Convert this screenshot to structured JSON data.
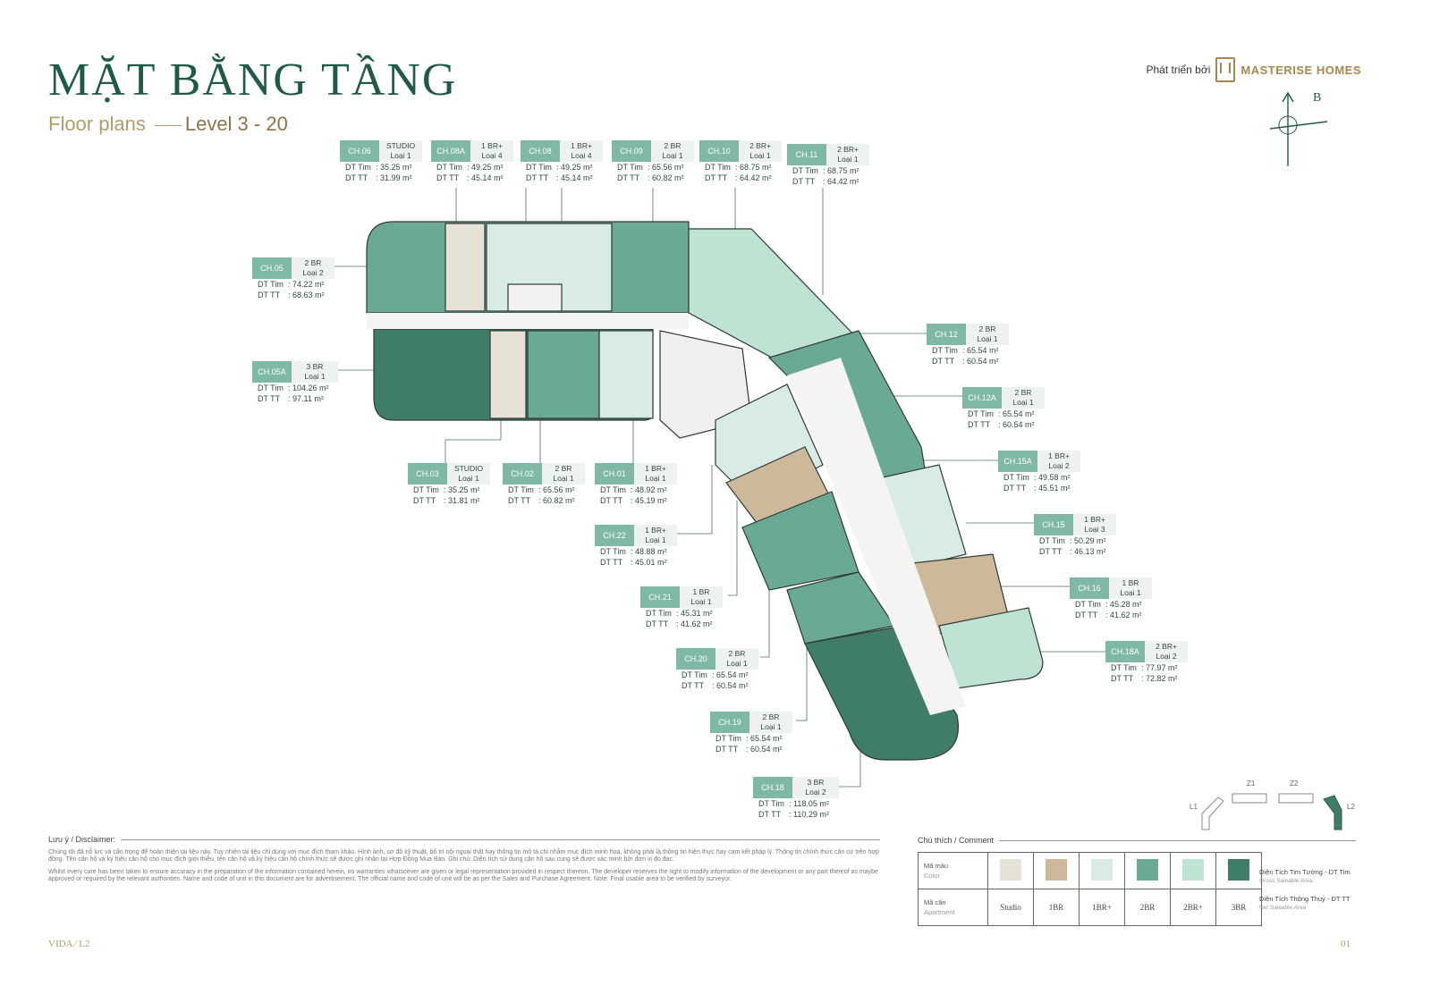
{
  "page": {
    "title": "MẶT BẰNG TẦNG",
    "subtitle_prefix": "Floor plans",
    "subtitle_level": "Level 3 - 20",
    "brand_prefix": "Phát triển bởi",
    "brand_name": "MASTERISE HOMES",
    "compass_label": "B",
    "footer_left": "VIDA  ⁄  L2",
    "footer_right": "01"
  },
  "colors": {
    "studio": "#e6e2d6",
    "1br": "#cdb99a",
    "1br_plus": "#d9ebe5",
    "2br": "#6aa993",
    "2br_plus": "#bfe3d3",
    "3br": "#3f7d66"
  },
  "units": [
    {
      "code": "CH.06",
      "type": "STUDIO",
      "loai": "Loại 1",
      "dt_tim": ": 35.25 m²",
      "dt_tt": ": 31.99 m²"
    },
    {
      "code": "CH.08A",
      "type": "1 BR+",
      "loai": "Loại 4",
      "dt_tim": ": 49.25 m²",
      "dt_tt": ": 45.14 m²"
    },
    {
      "code": "CH.08",
      "type": "1 BR+",
      "loai": "Loại 4",
      "dt_tim": ": 49.25 m²",
      "dt_tt": ": 45.14 m²"
    },
    {
      "code": "CH.09",
      "type": "2 BR",
      "loai": "Loại 1",
      "dt_tim": ": 65.56 m²",
      "dt_tt": ": 60.82 m²"
    },
    {
      "code": "CH.10",
      "type": "2 BR+",
      "loai": "Loại 1",
      "dt_tim": ": 68.75 m²",
      "dt_tt": ": 64.42 m²"
    },
    {
      "code": "CH.11",
      "type": "2 BR+",
      "loai": "Loại 1",
      "dt_tim": ": 68.75 m²",
      "dt_tt": ": 64.42 m²"
    },
    {
      "code": "CH.05",
      "type": "2 BR",
      "loai": "Loại 2",
      "dt_tim": ": 74.22 m²",
      "dt_tt": ": 68.63 m²"
    },
    {
      "code": "CH.05A",
      "type": "3 BR",
      "loai": "Loại 1",
      "dt_tim": ": 104.26 m²",
      "dt_tt": ": 97.11 m²"
    },
    {
      "code": "CH.12",
      "type": "2 BR",
      "loai": "Loại 1",
      "dt_tim": ": 65.54 m²",
      "dt_tt": ": 60.54 m²"
    },
    {
      "code": "CH.12A",
      "type": "2 BR",
      "loai": "Loại 1",
      "dt_tim": ": 65.54 m²",
      "dt_tt": ": 60.54 m²"
    },
    {
      "code": "CH.15A",
      "type": "1 BR+",
      "loai": "Loại 2",
      "dt_tim": ": 49.58 m²",
      "dt_tt": ": 45.51 m²"
    },
    {
      "code": "CH.15",
      "type": "1 BR+",
      "loai": "Loại 3",
      "dt_tim": ": 50.29 m²",
      "dt_tt": ": 46.13 m²"
    },
    {
      "code": "CH.16",
      "type": "1 BR",
      "loai": "Loại 1",
      "dt_tim": ": 45.28 m²",
      "dt_tt": ": 41.62 m²"
    },
    {
      "code": "CH.18A",
      "type": "2 BR+",
      "loai": "Loại 2",
      "dt_tim": ": 77.97 m²",
      "dt_tt": ": 72.82 m²"
    },
    {
      "code": "CH.03",
      "type": "STUDIO",
      "loai": "Loại 1",
      "dt_tim": ": 35.25 m²",
      "dt_tt": ": 31.81 m²"
    },
    {
      "code": "CH.02",
      "type": "2 BR",
      "loai": "Loại 1",
      "dt_tim": ": 65.56 m²",
      "dt_tt": ": 60.82 m²"
    },
    {
      "code": "CH.01",
      "type": "1 BR+",
      "loai": "Loại 1",
      "dt_tim": ": 48.92 m²",
      "dt_tt": ": 45.19 m²"
    },
    {
      "code": "CH.22",
      "type": "1 BR+",
      "loai": "Loại 1",
      "dt_tim": ": 48.88 m²",
      "dt_tt": ": 45.01 m²"
    },
    {
      "code": "CH.21",
      "type": "1 BR",
      "loai": "Loại 1",
      "dt_tim": ": 45.31 m²",
      "dt_tt": ": 41.62 m²"
    },
    {
      "code": "CH.20",
      "type": "2 BR",
      "loai": "Loại 1",
      "dt_tim": ": 65.54 m²",
      "dt_tt": ": 60.54 m²"
    },
    {
      "code": "CH.19",
      "type": "2 BR",
      "loai": "Loại 1",
      "dt_tim": ": 65.54 m²",
      "dt_tt": ": 60.54 m²"
    },
    {
      "code": "CH.18",
      "type": "3 BR",
      "loai": "Loại 2",
      "dt_tim": ": 118.05 m²",
      "dt_tt": ": 110.29 m²"
    }
  ],
  "labels": {
    "dt_tim": "DT Tim",
    "dt_tt": "DT TT"
  },
  "disclaimer": {
    "heading": "Lưu ý / Disclaimer:",
    "vi": "Chúng tôi đã nỗ lực và cẩn trọng để hoàn thiện tài liệu này. Tuy nhiên tài liệu chỉ dùng với mục đích tham khảo. Hình ảnh, sơ đồ kỹ thuật, bố trí nội ngoại thất hay thông tin mô tả chỉ nhằm mục đích minh họa, không phải là thông tin hiện thực hay cam kết pháp lý. Thông tin chính thức căn cứ trên hợp đồng. Tên căn hộ và ký hiệu căn hộ cho mục đích giới thiệu, tên căn hộ và ký hiệu căn hộ chính thức sẽ được ghi nhận tại Hợp Đồng Mua Bán. Ghi chú: Diện tích sử dụng căn hộ sau cùng sẽ được xác minh bởi đơn vị đo đạc.",
    "en": "Whilst every care has been taken to ensure accuracy in the preparation of the information contained herein, no warranties whatsoever are given or legal representation provided in respect thereon. The developer reserves the right to modify information of the development or any part thereof as maybe approved or required by the relevant authorities. Name and code of unit in this document are for advertisement. The official name and code of unit will be as per the Sales and Purchase Agreement. Note: Final usable area to be verified by surveyor."
  },
  "legend": {
    "heading": "Chú thích / Comment",
    "row1_vi": "Mã màu",
    "row1_en": "Color",
    "row2_vi": "Mã căn",
    "row2_en": "Apartment",
    "names": [
      "Studio",
      "1BR",
      "1BR+",
      "2BR",
      "2BR+",
      "3BR"
    ],
    "area1": "Diện Tích Tim Tường - DT Tim",
    "area1_sub": "Gross Saleable Area",
    "area2": "Diện Tích Thông Thuỷ - DT TT",
    "area2_sub": "Net Saleable Area"
  },
  "keyplan": {
    "labels": [
      "L1",
      "Z1",
      "Z2",
      "L2"
    ]
  }
}
